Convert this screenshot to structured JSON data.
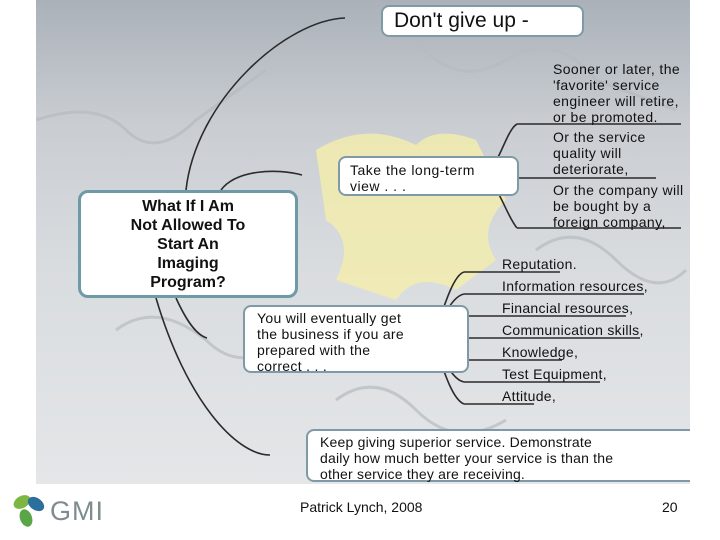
{
  "central_topic": "What If I Am\nNot Allowed To\nStart An\nImaging\nProgram?",
  "branches": {
    "dont_give_up": "Don't give up -",
    "long_term": {
      "label": "Take the long-term\nview . . .",
      "notes": [
        "Sooner or later, the\n'favorite' service\nengineer will retire,\nor be promoted.",
        "Or the service\nquality will\ndeteriorate,",
        "Or the company will\nbe bought by a\nforeign company,"
      ]
    },
    "eventually": {
      "label": "You will eventually get\nthe business if you are\nprepared with the\ncorrect . . .",
      "items": [
        "Reputation.",
        "Information resources,",
        "Financial resources,",
        "Communication skills,",
        "Knowledge,",
        "Test Equipment,",
        "Attitude,"
      ]
    },
    "keep_giving": "Keep giving superior service.  Demonstrate\ndaily how much better your service is than the\nother service they are receiving."
  },
  "footer": {
    "logo_text": "GMI",
    "author": "Patrick Lynch, 2008",
    "page_number": "20"
  },
  "colors": {
    "box_border": "#7f9aa6",
    "connector": "#2b2b2b",
    "puzzle_highlight": "#f2ecae",
    "logo_green": "#7db642",
    "logo_blue": "#2d6f9c"
  }
}
